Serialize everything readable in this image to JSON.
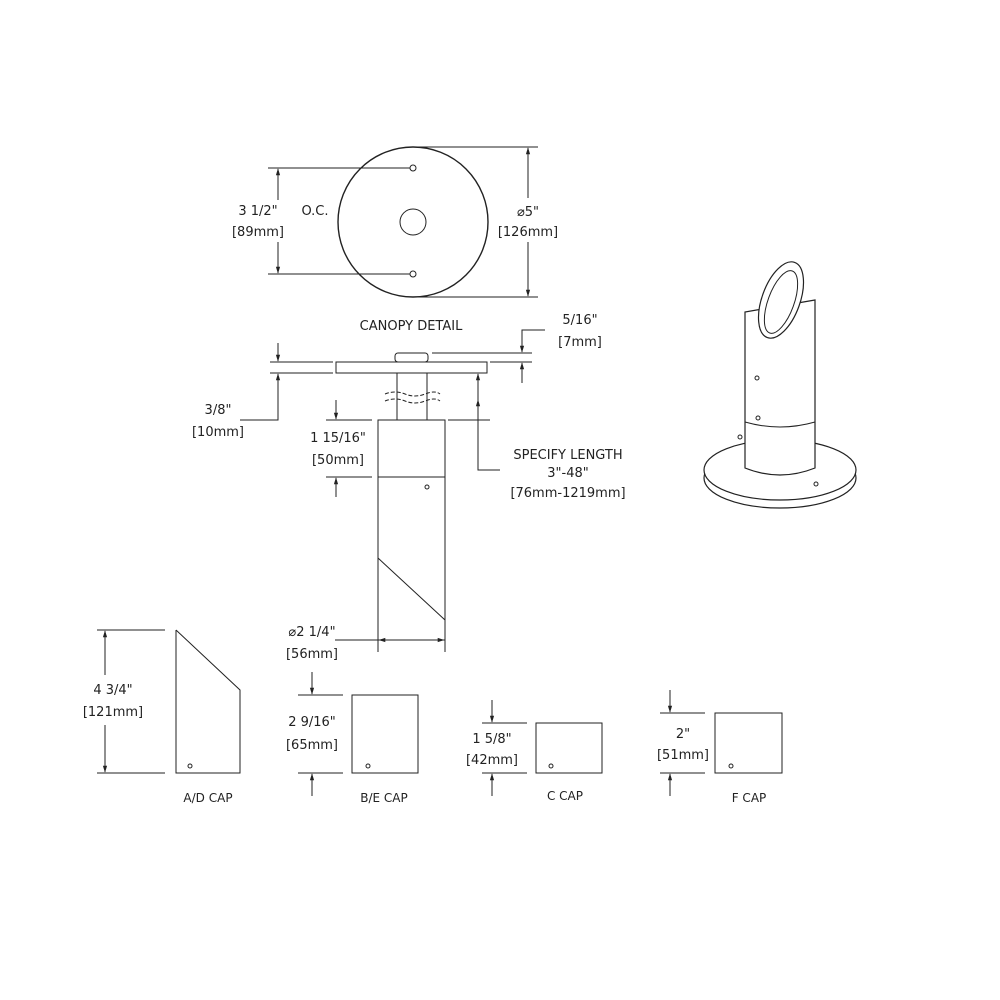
{
  "canopy_top": {
    "hole_spacing_in": "3 1/2\"",
    "hole_spacing_oc": "O.C.",
    "hole_spacing_mm": "[89mm]",
    "diameter_in": "⌀5\"",
    "diameter_mm": "[126mm]"
  },
  "canopy_title": "CANOPY DETAIL",
  "side_view": {
    "nut_height_in": "5/16\"",
    "nut_height_mm": "[7mm]",
    "plate_thickness_in": "3/8\"",
    "plate_thickness_mm": "[10mm]",
    "joint_height_in": "1 15/16\"",
    "joint_height_mm": "[50mm]",
    "length_label": "SPECIFY LENGTH",
    "length_in": "3\"-48\"",
    "length_mm": "[76mm-1219mm]",
    "diameter_in": "⌀2 1/4\"",
    "diameter_mm": "[56mm]"
  },
  "caps": [
    {
      "name": "A/D CAP",
      "height_in": "4 3/4\"",
      "height_mm": "[121mm]"
    },
    {
      "name": "B/E CAP",
      "height_in": "2 9/16\"",
      "height_mm": "[65mm]"
    },
    {
      "name": "C CAP",
      "height_in": "1 5/8\"",
      "height_mm": "[42mm]"
    },
    {
      "name": "F CAP",
      "height_in": "2\"",
      "height_mm": "[51mm]"
    }
  ],
  "colors": {
    "line": "#222222",
    "background": "#ffffff"
  }
}
